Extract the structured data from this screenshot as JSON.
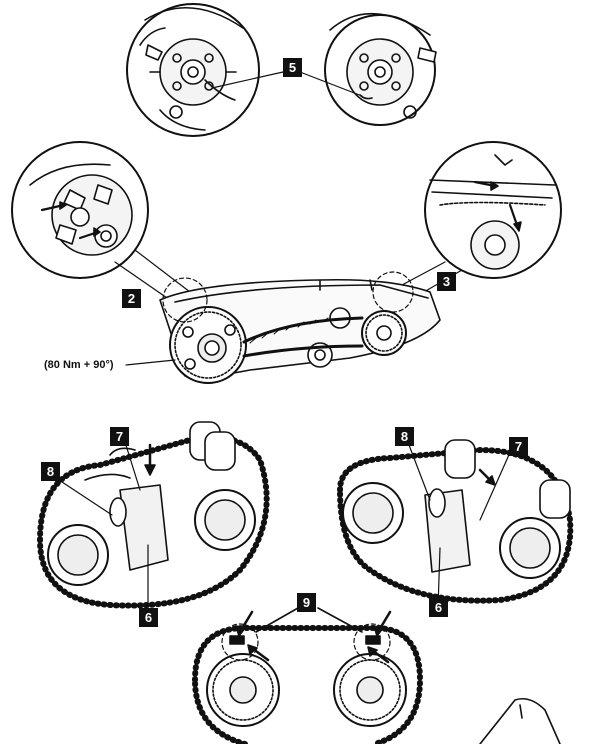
{
  "callouts": {
    "c2": "2",
    "c3": "3",
    "c5": "5",
    "c6a": "6",
    "c6b": "6",
    "c7a": "7",
    "c7b": "7",
    "c8a": "8",
    "c8b": "8",
    "c9": "9"
  },
  "torque_spec": "(80 Nm + 90°)",
  "colors": {
    "ink": "#111111",
    "paper": "#ffffff",
    "shade": "#e6e6e6"
  }
}
